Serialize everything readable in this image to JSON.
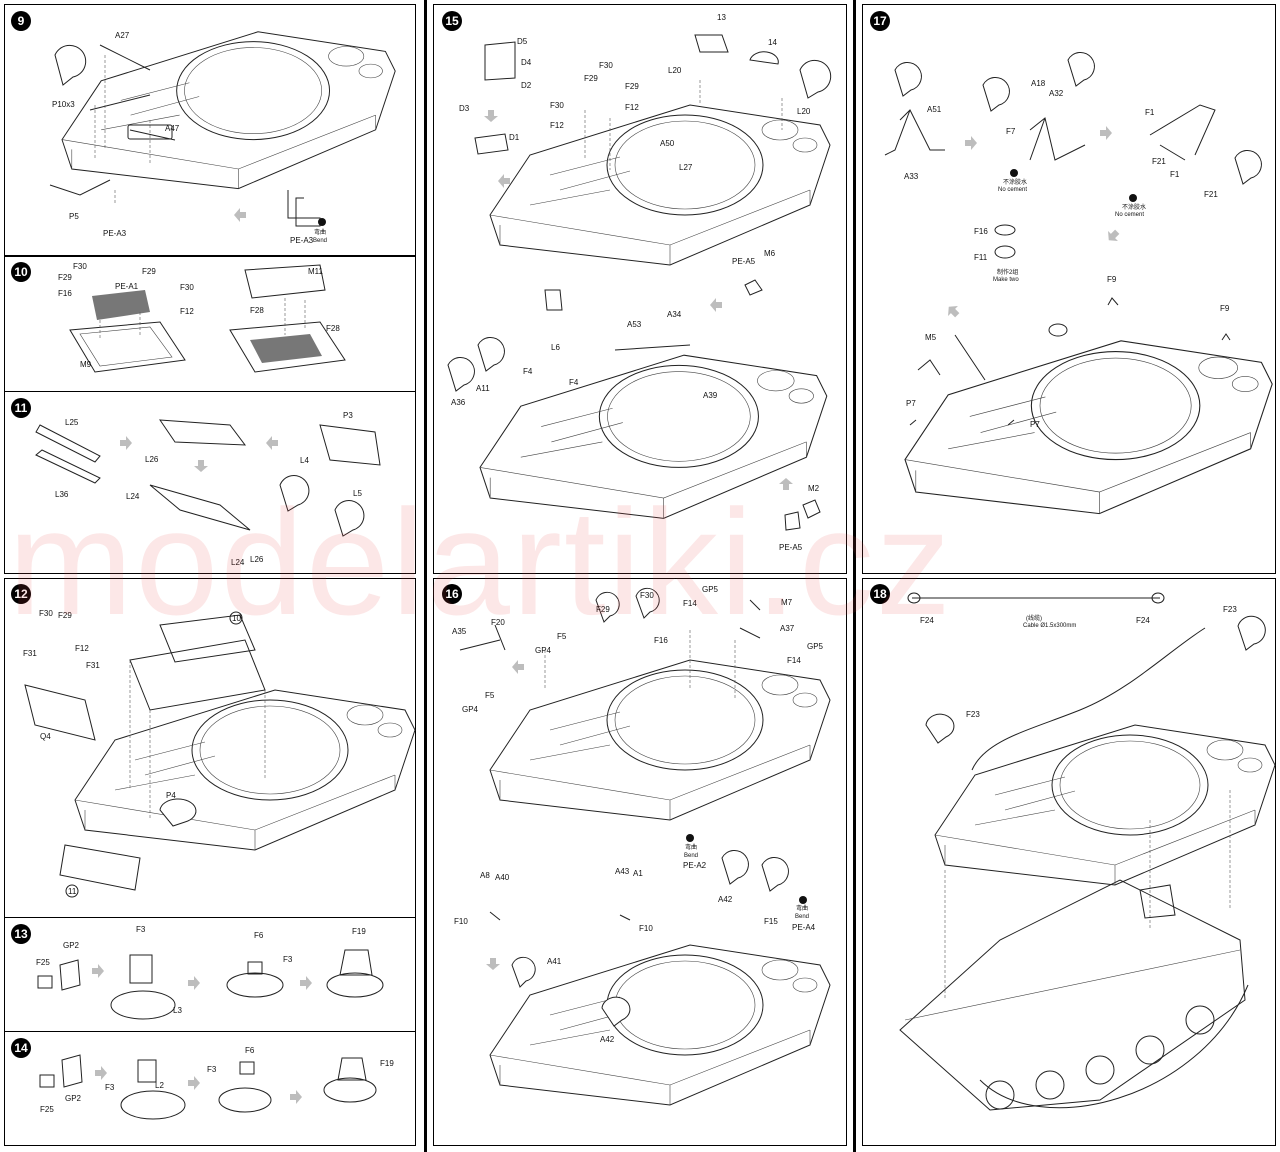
{
  "watermark": "modelartiki.cz",
  "steps": {
    "s9": {
      "num": "9",
      "labels": [
        "A27",
        "P10x3",
        "A47",
        "P5",
        "PE-A3",
        "PE-A3"
      ],
      "bend": "Bend",
      "bend_cn": "弯曲"
    },
    "s10": {
      "num": "10",
      "labels": [
        "F30",
        "F29",
        "F16",
        "PE-A1",
        "F29",
        "F30",
        "F12",
        "M9",
        "M11",
        "F28",
        "F28"
      ]
    },
    "s11": {
      "num": "11",
      "labels": [
        "L25",
        "L36",
        "L26",
        "L24",
        "L24",
        "L26",
        "P3",
        "L4",
        "L5"
      ]
    },
    "s12": {
      "num": "12",
      "labels": [
        "F30",
        "F29",
        "F12",
        "F31",
        "F31",
        "Q4",
        "P4"
      ],
      "circ_10": "10",
      "circ_11": "11"
    },
    "s13": {
      "num": "13",
      "labels": [
        "F25",
        "GP2",
        "F3",
        "L3",
        "F6",
        "F3",
        "F19"
      ]
    },
    "s14": {
      "num": "14",
      "labels": [
        "F25",
        "GP2",
        "F3",
        "L2",
        "F3",
        "F6",
        "F19"
      ]
    },
    "s15": {
      "num": "15",
      "labels": [
        "D5",
        "D4",
        "D2",
        "D3",
        "D1",
        "F30",
        "F29",
        "F29",
        "F30",
        "F12",
        "F12",
        "L20",
        "L20",
        "A50",
        "L27",
        "PE-A5",
        "M6",
        "A53",
        "A34",
        "L6",
        "F4",
        "F4",
        "A11",
        "A36",
        "A39",
        "M2",
        "PE-A5"
      ],
      "circ_13": "13",
      "circ_14": "14"
    },
    "s16": {
      "num": "16",
      "labels": [
        "A35",
        "F20",
        "GP4",
        "F5",
        "F5",
        "GP4",
        "F29",
        "F30",
        "F16",
        "F14",
        "GP5",
        "M7",
        "A37",
        "F14",
        "GP5",
        "A8",
        "A40",
        "F10",
        "A43",
        "A1",
        "F10",
        "A42",
        "A41",
        "A42",
        "F15",
        "PE-A2",
        "PE-A4"
      ],
      "bend": "Bend",
      "bend_cn": "弯曲"
    },
    "s17": {
      "num": "17",
      "labels": [
        "A51",
        "A33",
        "A18",
        "A32",
        "F7",
        "F1",
        "F21",
        "F1",
        "F21",
        "F16",
        "F11",
        "F9",
        "F9",
        "M5",
        "P7",
        "P7"
      ],
      "no_cement": "No cement",
      "no_cement_cn": "不涂胶水",
      "make_two": "Make two",
      "make_two_cn": "制作2组"
    },
    "s18": {
      "num": "18",
      "labels": [
        "F24",
        "F24",
        "F23",
        "F23"
      ],
      "cable": "Cable Ø1.5x300mm",
      "cable_cn": "(线缆)"
    }
  },
  "colors": {
    "line": "#222222",
    "arrow": "#bdbdbd",
    "watermark": "#eb4646"
  }
}
